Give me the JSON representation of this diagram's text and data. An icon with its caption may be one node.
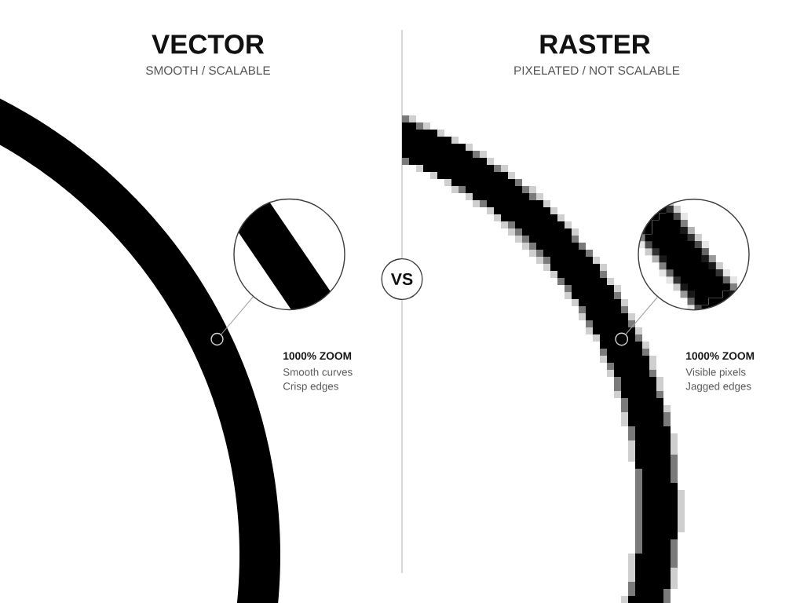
{
  "diagram": {
    "nodes": [
      {
        "text": [],
        "shape": "circle"
      },
      {
        "text": [],
        "shape": "circle"
      },
      {
        "text": [
          "VS"
        ]
      },
      {
        "text": [],
        "shape": "circle"
      },
      {
        "text": [],
        "shape": "circle"
      }
    ],
    "edges": [
      {
        "from": 1,
        "to": 0,
        "arrow": "none"
      },
      {
        "from": 4,
        "to": 3,
        "arrow": "none"
      }
    ],
    "labels": [
      "VECTOR",
      "SMOOTH / SCALABLE",
      "RASTER",
      "PIXELATED / NOT SCALABLE",
      "1000% ZOOM",
      "Smooth curves",
      "Crisp edges",
      "1000% ZOOM",
      "Visible pixels",
      "Jagged edges"
    ]
  }
}
